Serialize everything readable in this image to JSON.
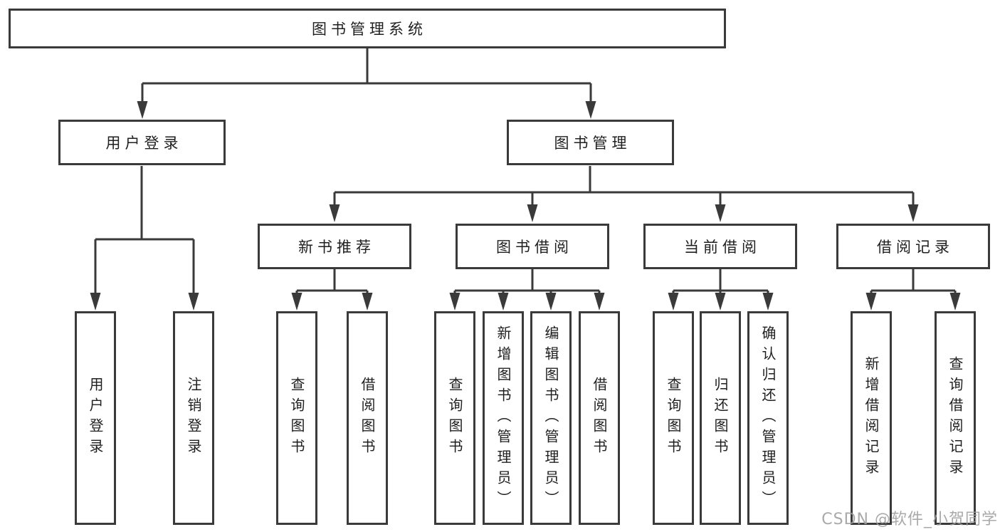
{
  "diagram": {
    "root_label": "图书管理系统",
    "level1": {
      "user_login": "用户登录",
      "book_management": "图书管理"
    },
    "level2": {
      "new_book": "新书推荐",
      "book_borrow": "图书借阅",
      "current_borrow": "当前借阅",
      "borrow_record": "借阅记录"
    },
    "leaves": {
      "user_login": [
        "用户登录",
        "注销登录"
      ],
      "new_book": [
        "查询图书",
        "借阅图书"
      ],
      "book_borrow": [
        "查询图书",
        "新增图书（管理员）",
        "编辑图书（管理员）",
        "借阅图书"
      ],
      "current_borrow": [
        "查询图书",
        "归还图书",
        "确认归还（管理员）"
      ],
      "borrow_record": [
        "新增借阅记录",
        "查询借阅记录"
      ]
    },
    "watermark": "CSDN @软件_小贺同学",
    "colors": {
      "line": "#3a3a3a",
      "text": "#1f1f1f",
      "watermark": "#9e9e9e",
      "background": "#ffffff"
    }
  }
}
